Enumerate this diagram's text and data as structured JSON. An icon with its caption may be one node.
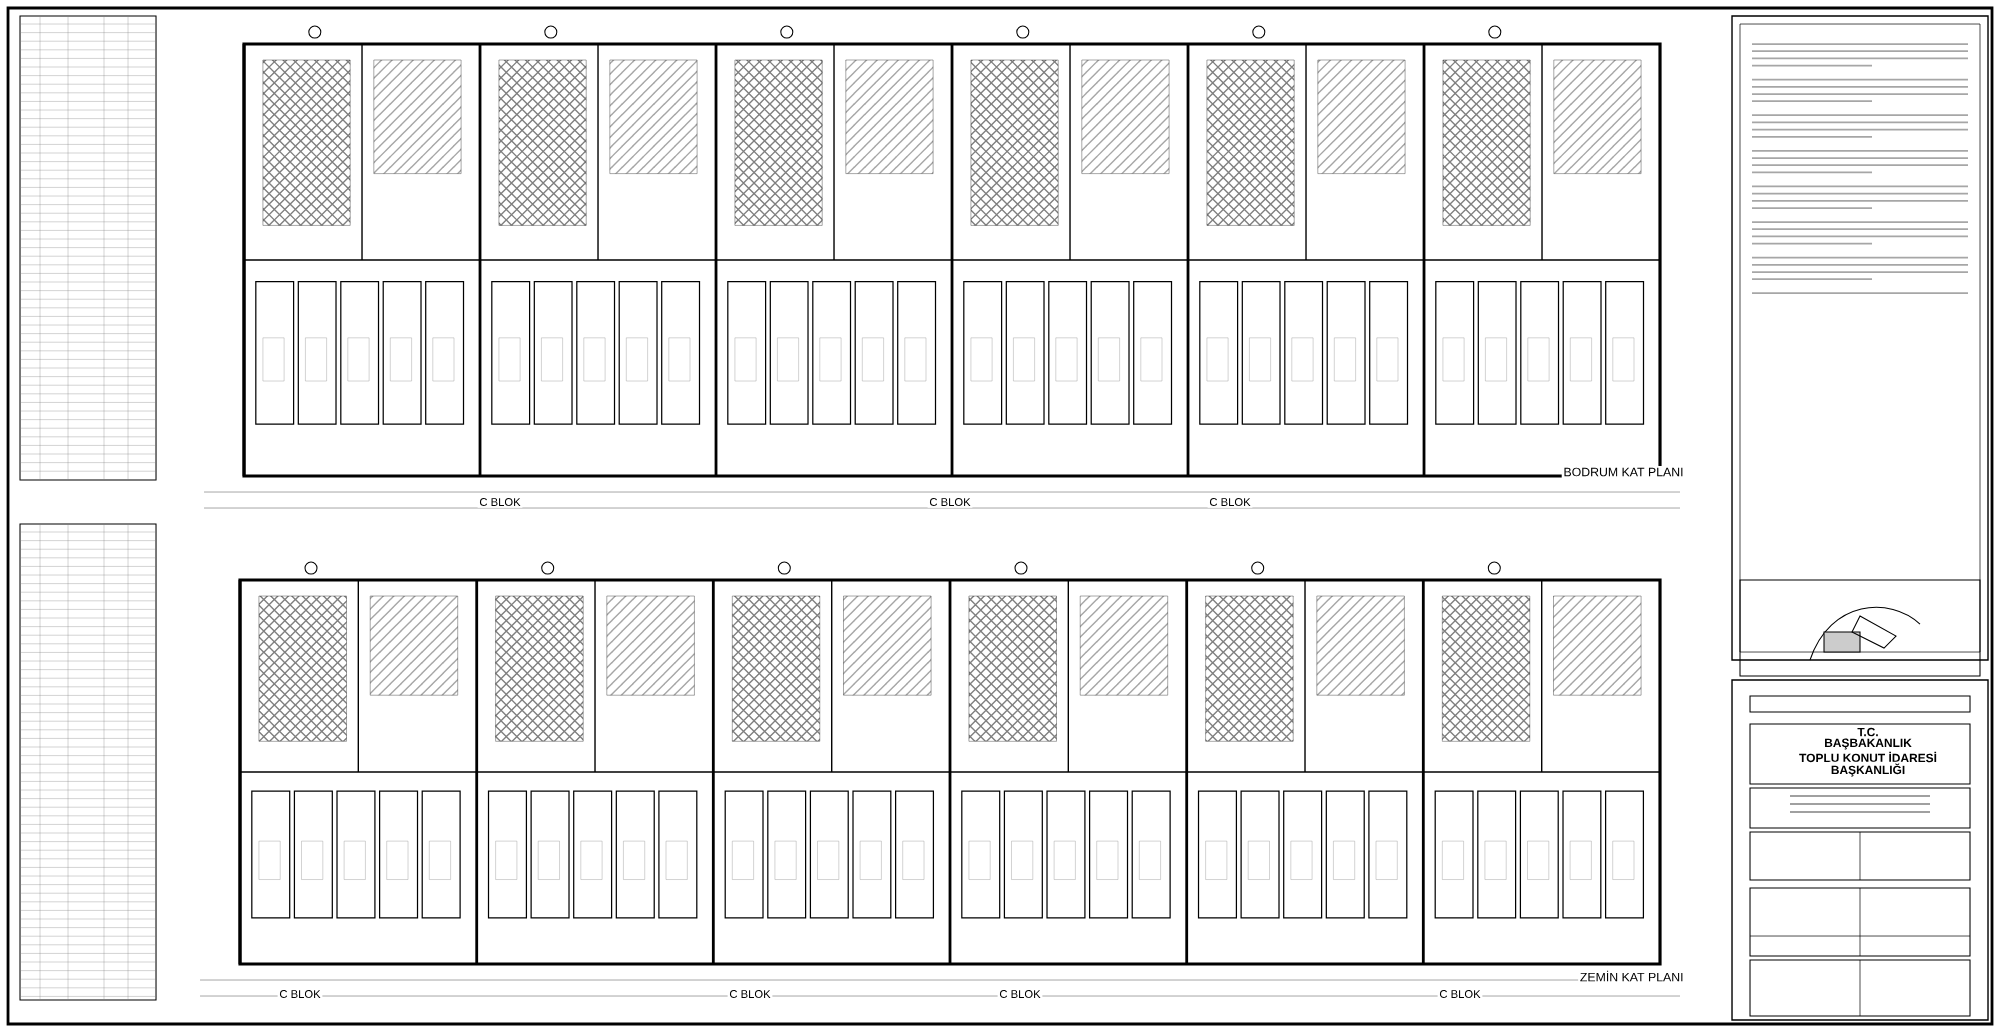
{
  "diagram": {
    "labels": [
      "C BLOK",
      "C BLOK",
      "C BLOK",
      "BODRUM KAT PLANI",
      "C BLOK",
      "C BLOK",
      "C BLOK",
      "C BLOK",
      "ZEMİN KAT PLANI",
      "T.C.",
      "BAŞBAKANLIK",
      "TOPLU KONUT İDARESİ",
      "BAŞKANLIĞI"
    ]
  }
}
